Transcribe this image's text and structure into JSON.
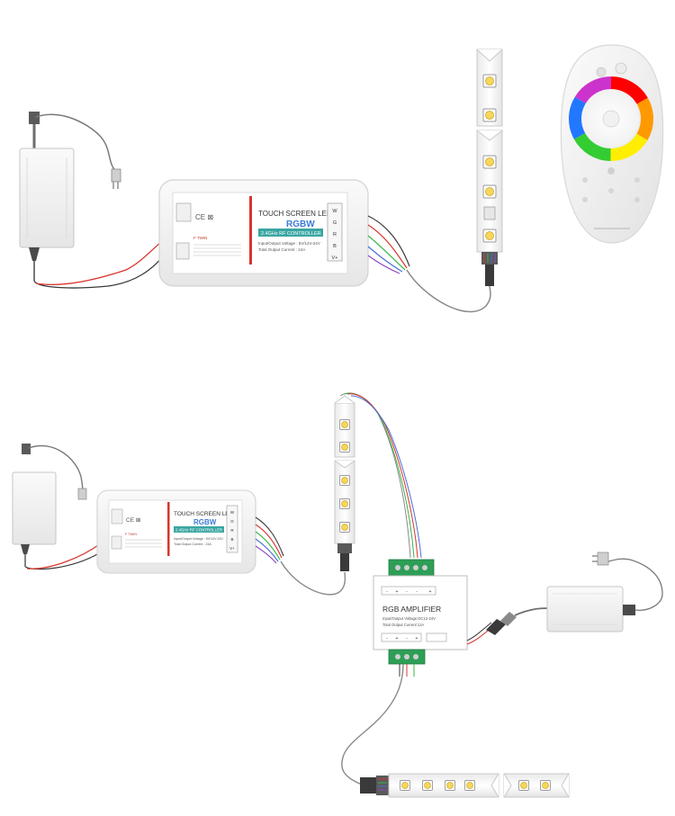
{
  "controller": {
    "title": "TOUCH SCREEN LED",
    "rgbw": "RGBW",
    "subtitle": "2.4GHz RF CONTROLLER",
    "brand": "F TWIN",
    "spec_voltage": "Input/Output Voltage : 5V/12V-24V",
    "spec_current": "Total Output Current : 24A",
    "terminals": [
      "W",
      "G",
      "R",
      "B",
      "V+"
    ]
  },
  "amplifier": {
    "title": "RGB AMPLIFIER",
    "spec_voltage": "Input/Output Voltage:DC12-24V",
    "spec_current": "Total Output Current:12A",
    "in_terminals": [
      "-",
      "+",
      "-",
      "-",
      "+"
    ],
    "out_terminals": [
      "-",
      "+",
      "-",
      "+"
    ]
  },
  "colors": {
    "red_wire": "#d8342c",
    "green_wire": "#3bb54a",
    "blue_wire": "#4a6fd8",
    "purple_wire": "#8c4bbd",
    "black_wire": "#3a3a3a",
    "gray_wire": "#8a8a8a",
    "led_yellow": "#f5d34a",
    "device_body": "#f3f3f3"
  }
}
